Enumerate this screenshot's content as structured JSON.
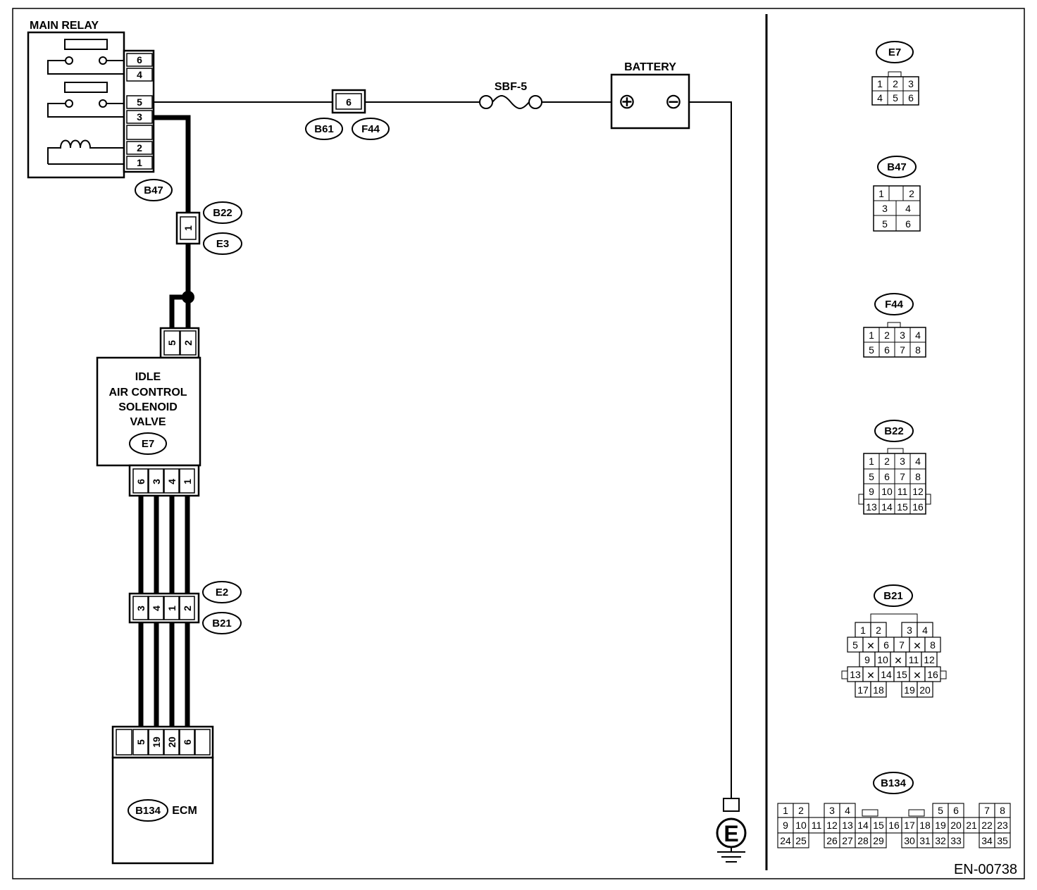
{
  "diagram_code": "EN-00738",
  "main_relay": {
    "title": "MAIN RELAY",
    "connector": "B47",
    "pins": [
      "6",
      "4",
      "5",
      "3",
      "",
      "2",
      "1"
    ]
  },
  "fuse_connector": {
    "pin": "6",
    "connectors": [
      "B61",
      "F44"
    ]
  },
  "fuse": {
    "label": "SBF-5"
  },
  "battery": {
    "label": "BATTERY",
    "plus": "⊕",
    "minus": "⊖"
  },
  "joint_b22_e3": {
    "pin": "1",
    "connectors": [
      "B22",
      "E3"
    ]
  },
  "iac_valve": {
    "title_lines": [
      "IDLE",
      "AIR CONTROL",
      "SOLENOID",
      "VALVE"
    ],
    "connector": "E7",
    "top_pins": [
      "5",
      "2"
    ],
    "bottom_pins": [
      "6",
      "3",
      "4",
      "1"
    ]
  },
  "joint_e2_b21": {
    "pins": [
      "3",
      "4",
      "1",
      "2"
    ],
    "connectors": [
      "E2",
      "B21"
    ]
  },
  "ecm": {
    "label": "ECM",
    "connector": "B134",
    "pins": [
      "",
      "5",
      "19",
      "20",
      "6",
      ""
    ]
  },
  "ground": {
    "label": "E"
  },
  "connector_views": {
    "e7": {
      "name": "E7",
      "rows": [
        [
          "1",
          "2",
          "3"
        ],
        [
          "4",
          "5",
          "6"
        ]
      ]
    },
    "b47": {
      "name": "B47",
      "rows": [
        [
          "1",
          "",
          "2"
        ],
        [
          "3",
          "4"
        ],
        [
          "5",
          "6"
        ]
      ]
    },
    "f44": {
      "name": "F44",
      "rows": [
        [
          "1",
          "2",
          "3",
          "4"
        ],
        [
          "5",
          "6",
          "7",
          "8"
        ]
      ]
    },
    "b22": {
      "name": "B22",
      "rows": [
        [
          "1",
          "2",
          "3",
          "4"
        ],
        [
          "5",
          "6",
          "7",
          "8"
        ],
        [
          "9",
          "10",
          "11",
          "12"
        ],
        [
          "13",
          "14",
          "15",
          "16"
        ]
      ]
    },
    "b21": {
      "name": "B21",
      "rows": [
        [
          "1",
          "2",
          "3",
          "4"
        ],
        [
          "5",
          "✕",
          "6",
          "7",
          "✕",
          "8"
        ],
        [
          "9",
          "10",
          "✕",
          "11",
          "12"
        ],
        [
          "13",
          "✕",
          "14",
          "15",
          "✕",
          "16"
        ],
        [
          "17",
          "18",
          "19",
          "20"
        ]
      ]
    },
    "b134": {
      "name": "B134",
      "rows": [
        [
          "1",
          "2",
          "3",
          "4",
          "5",
          "6",
          "7",
          "8"
        ],
        [
          "9",
          "10",
          "11",
          "12",
          "13",
          "14",
          "15",
          "16",
          "17",
          "18",
          "19",
          "20",
          "21",
          "22",
          "23"
        ],
        [
          "24",
          "25",
          "26",
          "27",
          "28",
          "29",
          "30",
          "31",
          "32",
          "33",
          "34",
          "35"
        ]
      ]
    }
  }
}
